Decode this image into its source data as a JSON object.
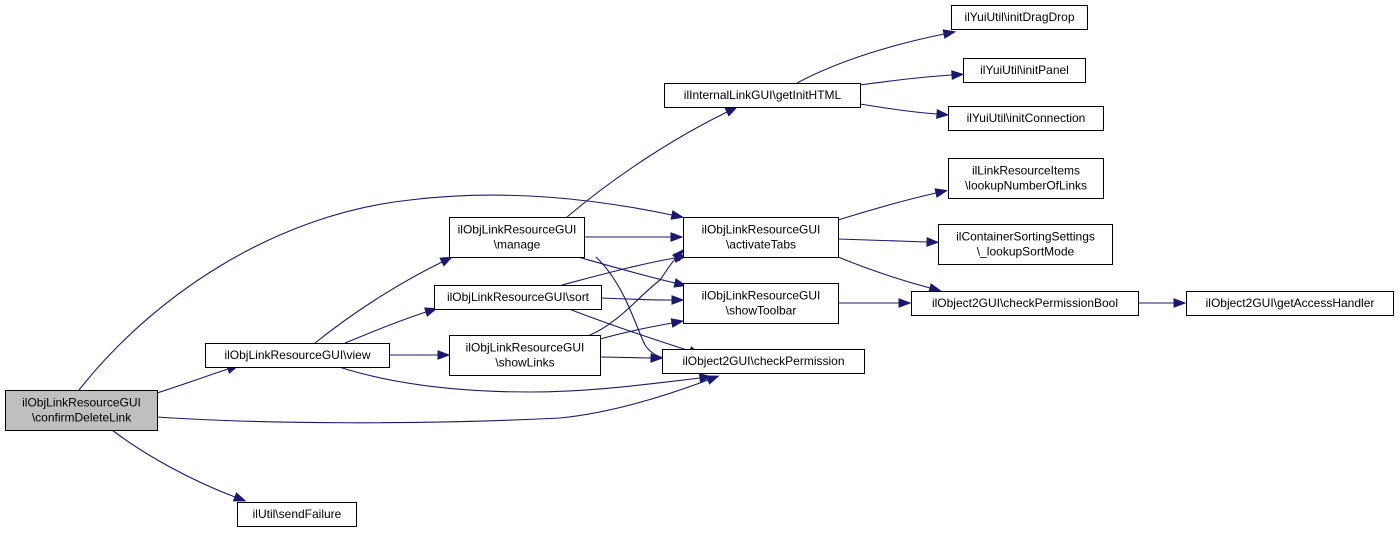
{
  "diagram": {
    "type": "call-graph",
    "colors": {
      "edge": "#191970",
      "node_fill": "#ffffff",
      "root_fill": "#bfbfbf",
      "node_border": "#000000"
    },
    "nodes": [
      {
        "id": "confirmDeleteLink",
        "lines": [
          "ilObjLinkResourceGUI",
          "\\confirmDeleteLink"
        ],
        "root": true
      },
      {
        "id": "view",
        "lines": [
          "ilObjLinkResourceGUI\\view"
        ]
      },
      {
        "id": "sendFailure",
        "lines": [
          "ilUtil\\sendFailure"
        ]
      },
      {
        "id": "manage",
        "lines": [
          "ilObjLinkResourceGUI",
          "\\manage"
        ]
      },
      {
        "id": "sort",
        "lines": [
          "ilObjLinkResourceGUI\\sort"
        ]
      },
      {
        "id": "showLinks",
        "lines": [
          "ilObjLinkResourceGUI",
          "\\showLinks"
        ]
      },
      {
        "id": "getInitHTML",
        "lines": [
          "ilInternalLinkGUI\\getInitHTML"
        ]
      },
      {
        "id": "activateTabs",
        "lines": [
          "ilObjLinkResourceGUI",
          "\\activateTabs"
        ]
      },
      {
        "id": "showToolbar",
        "lines": [
          "ilObjLinkResourceGUI",
          "\\showToolbar"
        ]
      },
      {
        "id": "checkPermission",
        "lines": [
          "ilObject2GUI\\checkPermission"
        ]
      },
      {
        "id": "initDragDrop",
        "lines": [
          "ilYuiUtil\\initDragDrop"
        ]
      },
      {
        "id": "initPanel",
        "lines": [
          "ilYuiUtil\\initPanel"
        ]
      },
      {
        "id": "initConnection",
        "lines": [
          "ilYuiUtil\\initConnection"
        ]
      },
      {
        "id": "lookupNumberOfLinks",
        "lines": [
          "ilLinkResourceItems",
          "\\lookupNumberOfLinks"
        ]
      },
      {
        "id": "lookupSortMode",
        "lines": [
          "ilContainerSortingSettings",
          "\\_lookupSortMode"
        ]
      },
      {
        "id": "checkPermissionBool",
        "lines": [
          "ilObject2GUI\\checkPermissionBool"
        ]
      },
      {
        "id": "getAccessHandler",
        "lines": [
          "ilObject2GUI\\getAccessHandler"
        ]
      }
    ],
    "edges": [
      {
        "from": "confirmDeleteLink",
        "to": "view"
      },
      {
        "from": "confirmDeleteLink",
        "to": "activateTabs"
      },
      {
        "from": "confirmDeleteLink",
        "to": "checkPermission"
      },
      {
        "from": "confirmDeleteLink",
        "to": "sendFailure"
      },
      {
        "from": "view",
        "to": "manage"
      },
      {
        "from": "view",
        "to": "sort"
      },
      {
        "from": "view",
        "to": "showLinks"
      },
      {
        "from": "view",
        "to": "checkPermission"
      },
      {
        "from": "manage",
        "to": "getInitHTML"
      },
      {
        "from": "manage",
        "to": "activateTabs"
      },
      {
        "from": "manage",
        "to": "showToolbar"
      },
      {
        "from": "manage",
        "to": "checkPermission"
      },
      {
        "from": "sort",
        "to": "activateTabs"
      },
      {
        "from": "sort",
        "to": "showToolbar"
      },
      {
        "from": "sort",
        "to": "checkPermission"
      },
      {
        "from": "showLinks",
        "to": "activateTabs"
      },
      {
        "from": "showLinks",
        "to": "showToolbar"
      },
      {
        "from": "showLinks",
        "to": "checkPermission"
      },
      {
        "from": "getInitHTML",
        "to": "initDragDrop"
      },
      {
        "from": "getInitHTML",
        "to": "initPanel"
      },
      {
        "from": "getInitHTML",
        "to": "initConnection"
      },
      {
        "from": "activateTabs",
        "to": "lookupNumberOfLinks"
      },
      {
        "from": "activateTabs",
        "to": "lookupSortMode"
      },
      {
        "from": "activateTabs",
        "to": "checkPermissionBool"
      },
      {
        "from": "showToolbar",
        "to": "checkPermissionBool"
      },
      {
        "from": "checkPermissionBool",
        "to": "getAccessHandler"
      }
    ]
  }
}
